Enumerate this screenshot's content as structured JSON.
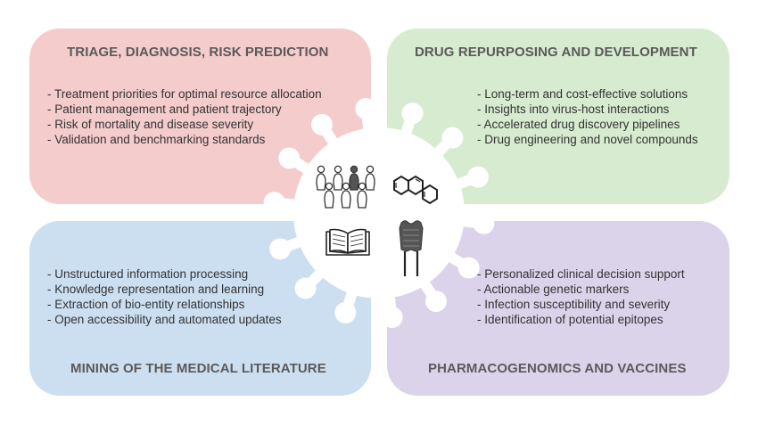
{
  "quadrants": {
    "triage": {
      "title": "TRIAGE, DIAGNOSIS, RISK PREDICTION",
      "items": [
        "- Treatment priorities for optimal resource allocation",
        "- Patient management and patient trajectory",
        "- Risk of mortality and disease severity",
        "- Validation and benchmarking standards"
      ],
      "color": "#f4cccc"
    },
    "drug": {
      "title": "DRUG REPURPOSING AND DEVELOPMENT",
      "items": [
        "- Long-term and cost-effective solutions",
        "- Insights into virus-host interactions",
        "- Accelerated drug discovery pipelines",
        "- Drug engineering and novel compounds"
      ],
      "color": "#d6ebcf"
    },
    "mining": {
      "title": "MINING OF THE MEDICAL LITERATURE",
      "items": [
        "- Unstructured information processing",
        "- Knowledge representation and learning",
        "- Extraction of bio-entity relationships",
        "- Open accessibility and automated updates"
      ],
      "color": "#cbdff0"
    },
    "pharma": {
      "title": "PHARMACOGENOMICS AND VACCINES",
      "items": [
        "- Personalized clinical decision support",
        "- Actionable genetic markers",
        "- Infection susceptibility and severity",
        "- Identification of potential epitopes"
      ],
      "color": "#dbd3ea"
    }
  },
  "icons": {
    "center": "virus-icon",
    "top_left": "people-group-icon",
    "top_right": "chemical-structure-icon",
    "bottom_left": "open-book-icon",
    "bottom_right": "dna-vest-icon"
  }
}
